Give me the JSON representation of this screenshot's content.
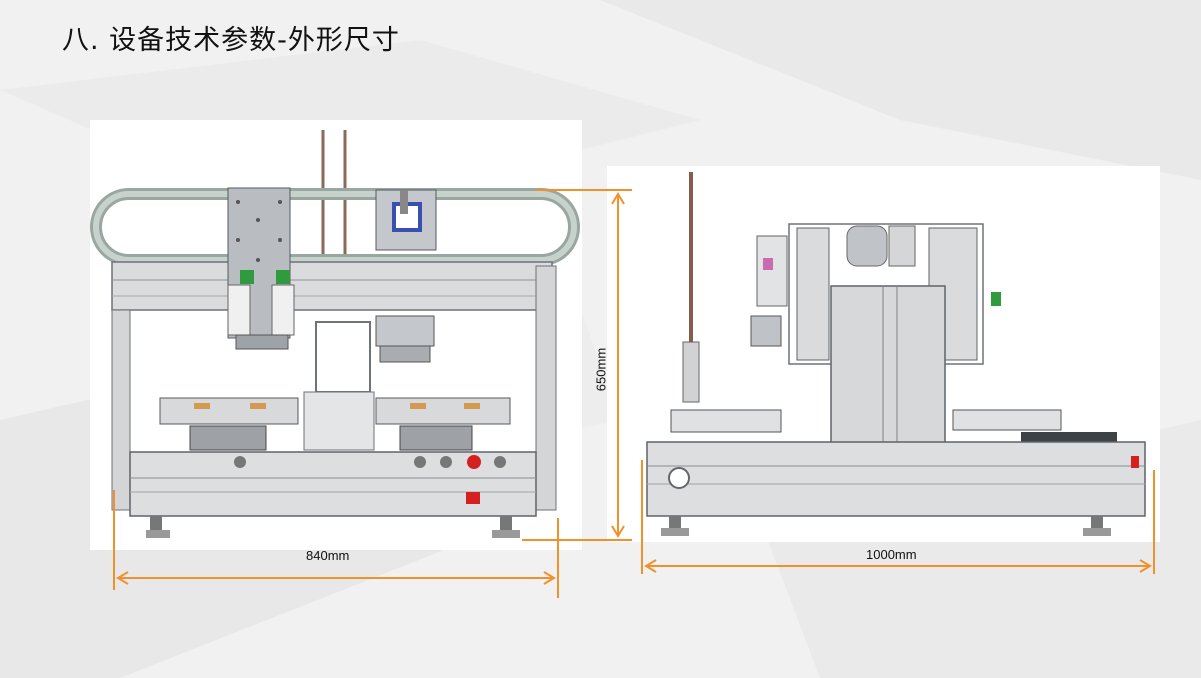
{
  "slide": {
    "title": "八. 设备技术参数-外形尺寸",
    "accent_color": "#f0912e"
  },
  "front_view": {
    "width_label": "840mm",
    "height_label": "650mm"
  },
  "side_view": {
    "depth_label": "1000mm"
  }
}
